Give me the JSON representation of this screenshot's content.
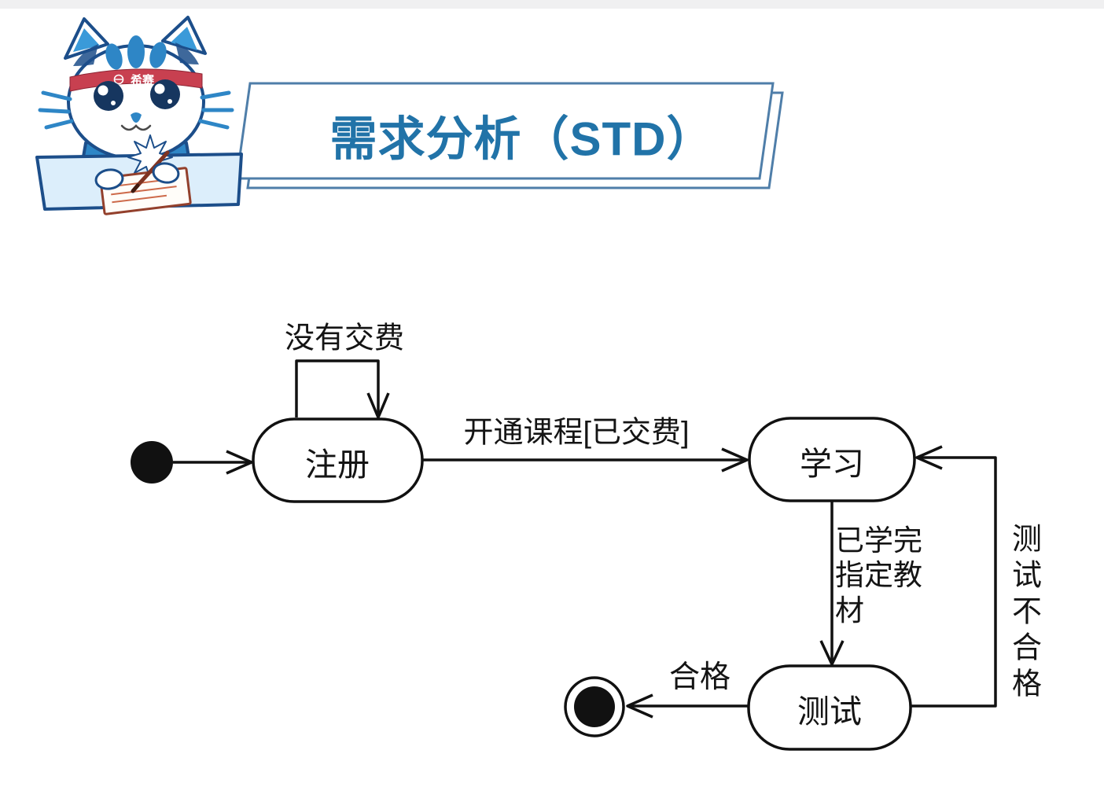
{
  "page": {
    "background": "#ffffff",
    "top_bar_color": "#f0f0f1"
  },
  "header": {
    "title": "需求分析（STD）",
    "title_color": "#2173a8",
    "banner_border_color": "#4f7ea9",
    "mascot": {
      "description": "blue-white cartoon cat mascot writing at a desk",
      "headband_text": "希赛",
      "colors": {
        "blue": "#2e86c6",
        "navy": "#1c4e8a",
        "red_band": "#c84050",
        "desk": "#dceefb"
      }
    }
  },
  "diagram": {
    "kind": "UML state transition diagram (STD)",
    "line_color": "#111111",
    "states": [
      {
        "id": "initial",
        "type": "initial-pseudostate",
        "label": ""
      },
      {
        "id": "register",
        "type": "state",
        "label": "注册"
      },
      {
        "id": "study",
        "type": "state",
        "label": "学习"
      },
      {
        "id": "test",
        "type": "state",
        "label": "测试"
      },
      {
        "id": "final",
        "type": "final-state",
        "label": ""
      }
    ],
    "transitions": [
      {
        "from": "initial",
        "to": "register",
        "label": ""
      },
      {
        "from": "register",
        "to": "register",
        "label": "没有交费"
      },
      {
        "from": "register",
        "to": "study",
        "label": "开通课程[已交费]"
      },
      {
        "from": "study",
        "to": "test",
        "label": "已学完指定教材"
      },
      {
        "from": "test",
        "to": "study",
        "label": "测试不合格"
      },
      {
        "from": "test",
        "to": "final",
        "label": "合格"
      }
    ]
  }
}
